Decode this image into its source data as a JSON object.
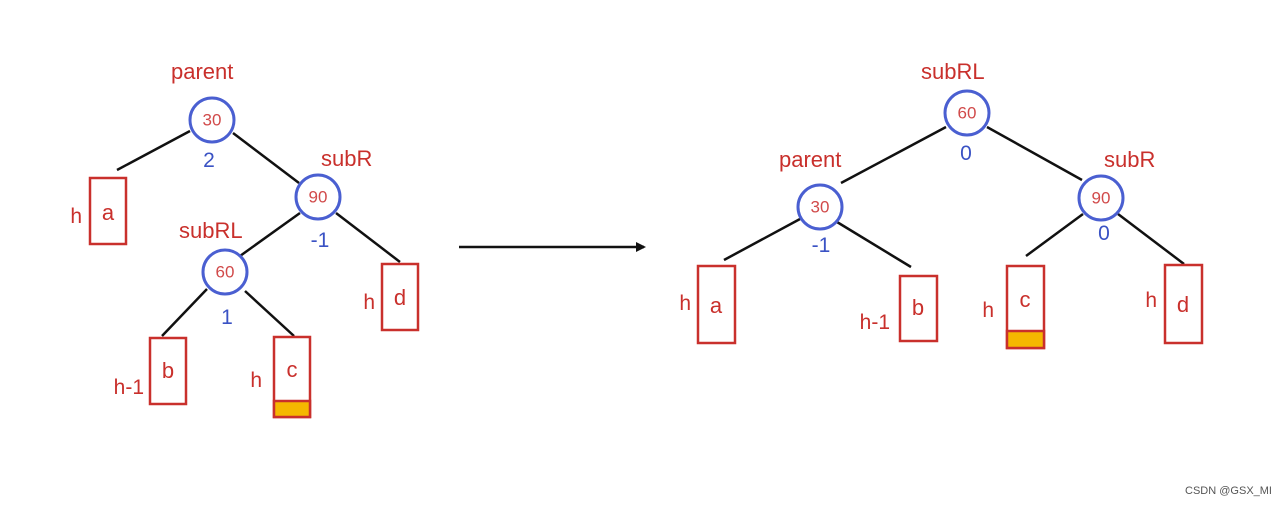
{
  "colors": {
    "node_border": "#4a5fd1",
    "node_value": "#d14a4a",
    "label": "#c9302c",
    "balance_factor": "#3a52c4",
    "edge": "#111111",
    "extra_height": "#f5b800"
  },
  "before": {
    "nodes": [
      {
        "key": "parent",
        "value": "30",
        "label": "parent",
        "bf": "2"
      },
      {
        "key": "subR",
        "value": "90",
        "label": "subR",
        "bf": "-1"
      },
      {
        "key": "subRL",
        "value": "60",
        "label": "subRL",
        "bf": "1"
      }
    ],
    "subtrees": [
      {
        "key": "a",
        "name": "a",
        "height": "h"
      },
      {
        "key": "b",
        "name": "b",
        "height": "h-1"
      },
      {
        "key": "c",
        "name": "c",
        "height": "h"
      },
      {
        "key": "d",
        "name": "d",
        "height": "h"
      }
    ]
  },
  "after": {
    "nodes": [
      {
        "key": "subRL",
        "value": "60",
        "label": "subRL",
        "bf": "0"
      },
      {
        "key": "parent",
        "value": "30",
        "label": "parent",
        "bf": "-1"
      },
      {
        "key": "subR",
        "value": "90",
        "label": "subR",
        "bf": "0"
      }
    ],
    "subtrees": [
      {
        "key": "a",
        "name": "a",
        "height": "h"
      },
      {
        "key": "b",
        "name": "b",
        "height": "h-1"
      },
      {
        "key": "c",
        "name": "c",
        "height": "h"
      },
      {
        "key": "d",
        "name": "d",
        "height": "h"
      }
    ]
  },
  "watermark": "CSDN @GSX_MI"
}
